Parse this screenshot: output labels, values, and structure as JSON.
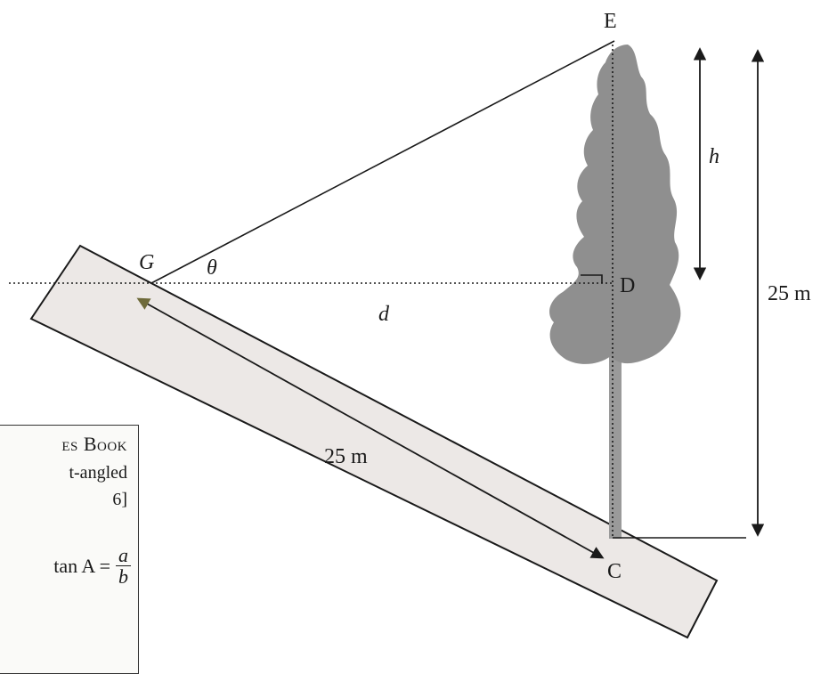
{
  "labels": {
    "E": "E",
    "D": "D",
    "G": "G",
    "C": "C",
    "theta": "θ",
    "d": "d",
    "h": "h",
    "slope_len": "25 m",
    "tree_height": "25 m"
  },
  "info_box": {
    "title": "es Book",
    "line1": "t-angled",
    "line2": "6]",
    "formula_prefix": "tan A =",
    "formula_num": "a",
    "formula_den": "b"
  },
  "colors": {
    "ink": "#1a1a1a",
    "tree": "#8f8f8f",
    "trunk": "#9a9a9a",
    "slope_fill": "#ece8e6",
    "arrow_head_olive": "#6e6a3a"
  }
}
